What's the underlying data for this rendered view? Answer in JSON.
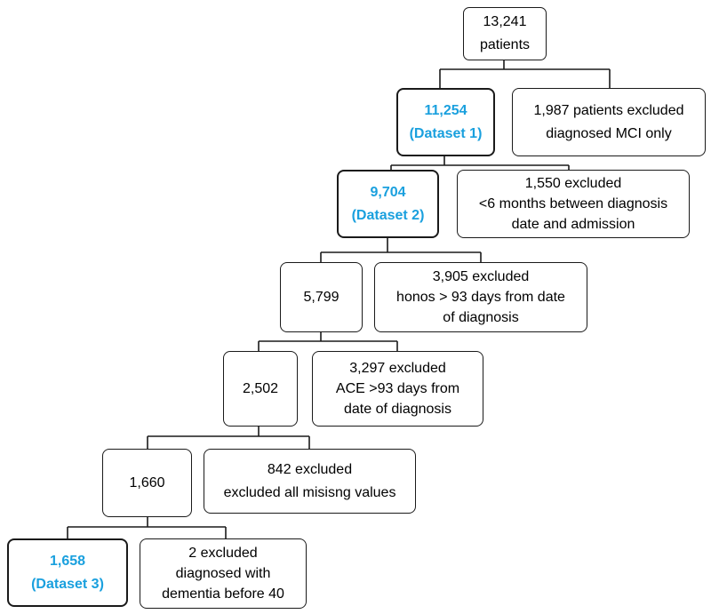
{
  "colors": {
    "accent": "#1aa0de",
    "border": "#1a1a1a",
    "connector": "#1a1a1a"
  },
  "flowchart": {
    "root": {
      "count": "13,241",
      "label": "patients"
    },
    "steps": [
      {
        "kept": {
          "count": "11,254",
          "dataset": "(Dataset 1)",
          "highlight": true
        },
        "excluded": {
          "count": "1,987 patients excluded",
          "reason": "diagnosed MCI only"
        }
      },
      {
        "kept": {
          "count": "9,704",
          "dataset": "(Dataset 2)",
          "highlight": true
        },
        "excluded": {
          "count": "1,550 excluded",
          "reason": "<6 months between diagnosis date and admission"
        }
      },
      {
        "kept": {
          "count": "5,799",
          "dataset": "",
          "highlight": false
        },
        "excluded": {
          "count": "3,905 excluded",
          "reason": "honos > 93 days from date of diagnosis"
        }
      },
      {
        "kept": {
          "count": "2,502",
          "dataset": "",
          "highlight": false
        },
        "excluded": {
          "count": "3,297 excluded",
          "reason": "ACE >93 days from date of diagnosis"
        }
      },
      {
        "kept": {
          "count": "1,660",
          "dataset": "",
          "highlight": false
        },
        "excluded": {
          "count": "842 excluded",
          "reason": "excluded all misisng values"
        }
      },
      {
        "kept": {
          "count": "1,658",
          "dataset": "(Dataset 3)",
          "highlight": true
        },
        "excluded": {
          "count": "2 excluded",
          "reason": "diagnosed with dementia before 40"
        }
      }
    ]
  }
}
